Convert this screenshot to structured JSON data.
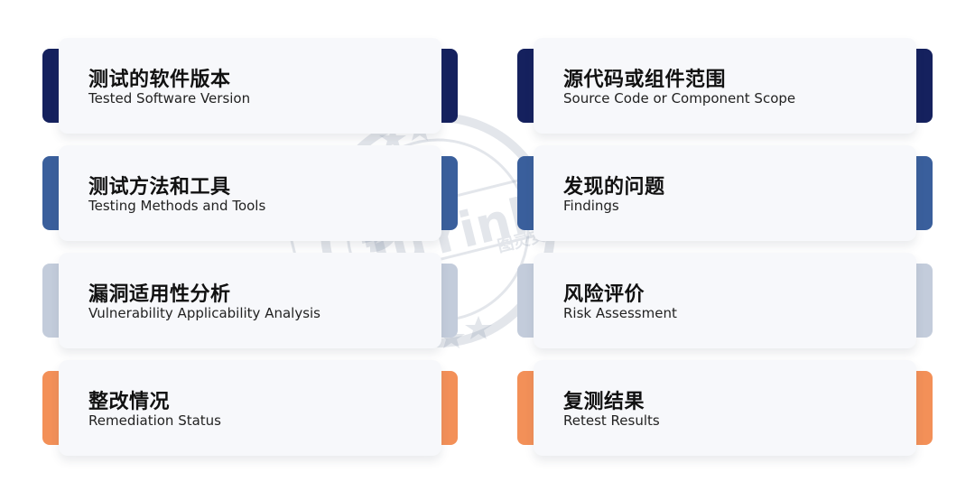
{
  "colors": {
    "navy": "#15215e",
    "blue": "#3a5f9c",
    "gray": "#c3ccdb",
    "orange": "#f39058",
    "panel": "#f7f8fb"
  },
  "cards": [
    {
      "zh": "测试的软件版本",
      "en": "Tested Software Version",
      "color": "navy"
    },
    {
      "zh": "源代码或组件范围",
      "en": "Source Code or Component Scope",
      "color": "navy"
    },
    {
      "zh": "测试方法和工具",
      "en": "Testing Methods and Tools",
      "color": "blue"
    },
    {
      "zh": "发现的问题",
      "en": "Findings",
      "color": "blue"
    },
    {
      "zh": "漏洞适用性分析",
      "en": "Vulnerability Applicability Analysis",
      "color": "gray"
    },
    {
      "zh": "风险评价",
      "en": "Risk Assessment",
      "color": "gray"
    },
    {
      "zh": "整改情况",
      "en": "Remediation Status",
      "color": "orange"
    },
    {
      "zh": "复测结果",
      "en": "Retest Results",
      "color": "orange"
    }
  ],
  "watermark": {
    "brand": "TuYink",
    "brand_cn": "图灵安全",
    "icon": "turing-logo-stamp"
  }
}
